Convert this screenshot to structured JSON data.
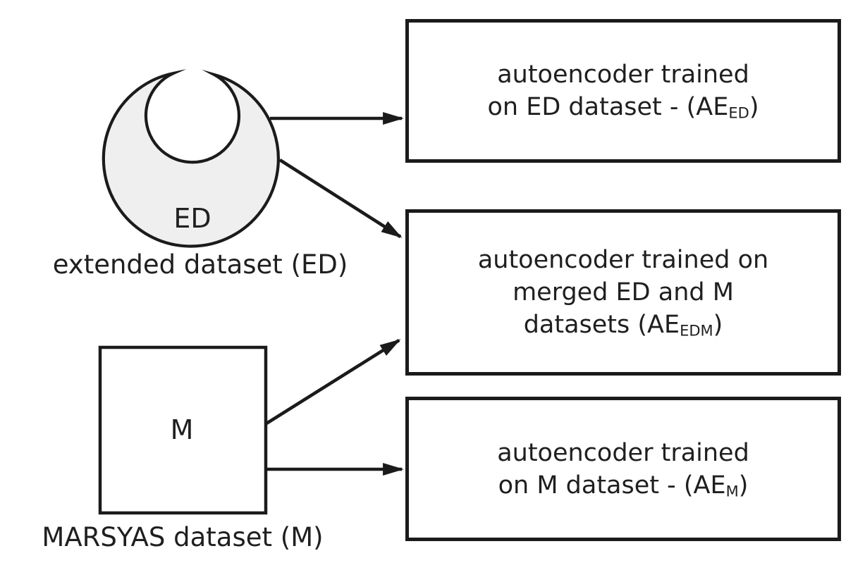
{
  "figure": {
    "type": "dataset-autoencoder-diagram",
    "background": "#ffffff",
    "ink": "#1f1f1f",
    "crescent_fill": "#efefef"
  },
  "datasets": {
    "ed": {
      "symbol": "ED",
      "caption": "extended dataset (ED)",
      "shape": "crescent"
    },
    "m": {
      "symbol": "M",
      "caption": "MARSYAS dataset (M)",
      "shape": "square"
    }
  },
  "boxes": {
    "ae_ed": {
      "line1": "autoencoder trained",
      "line2_pre": "on ED dataset - (AE",
      "line2_sub": "ED",
      "line2_post": ")"
    },
    "ae_edm": {
      "line1": "autoencoder trained on",
      "line2": "merged ED and M",
      "line3_pre": "datasets (AE",
      "line3_sub": "EDM",
      "line3_post": ")"
    },
    "ae_m": {
      "line1": "autoencoder trained",
      "line2_pre": "on M dataset - (AE",
      "line2_sub": "M",
      "line2_post": ")"
    }
  },
  "arrows": [
    {
      "from": "extended dataset (ED)",
      "to": "autoencoder trained on ED dataset (AE_ED)"
    },
    {
      "from": "extended dataset (ED)",
      "to": "autoencoder trained on merged ED and M datasets (AE_EDM)"
    },
    {
      "from": "MARSYAS dataset (M)",
      "to": "autoencoder trained on merged ED and M datasets (AE_EDM)"
    },
    {
      "from": "MARSYAS dataset (M)",
      "to": "autoencoder trained on M dataset (AE_M)"
    }
  ]
}
